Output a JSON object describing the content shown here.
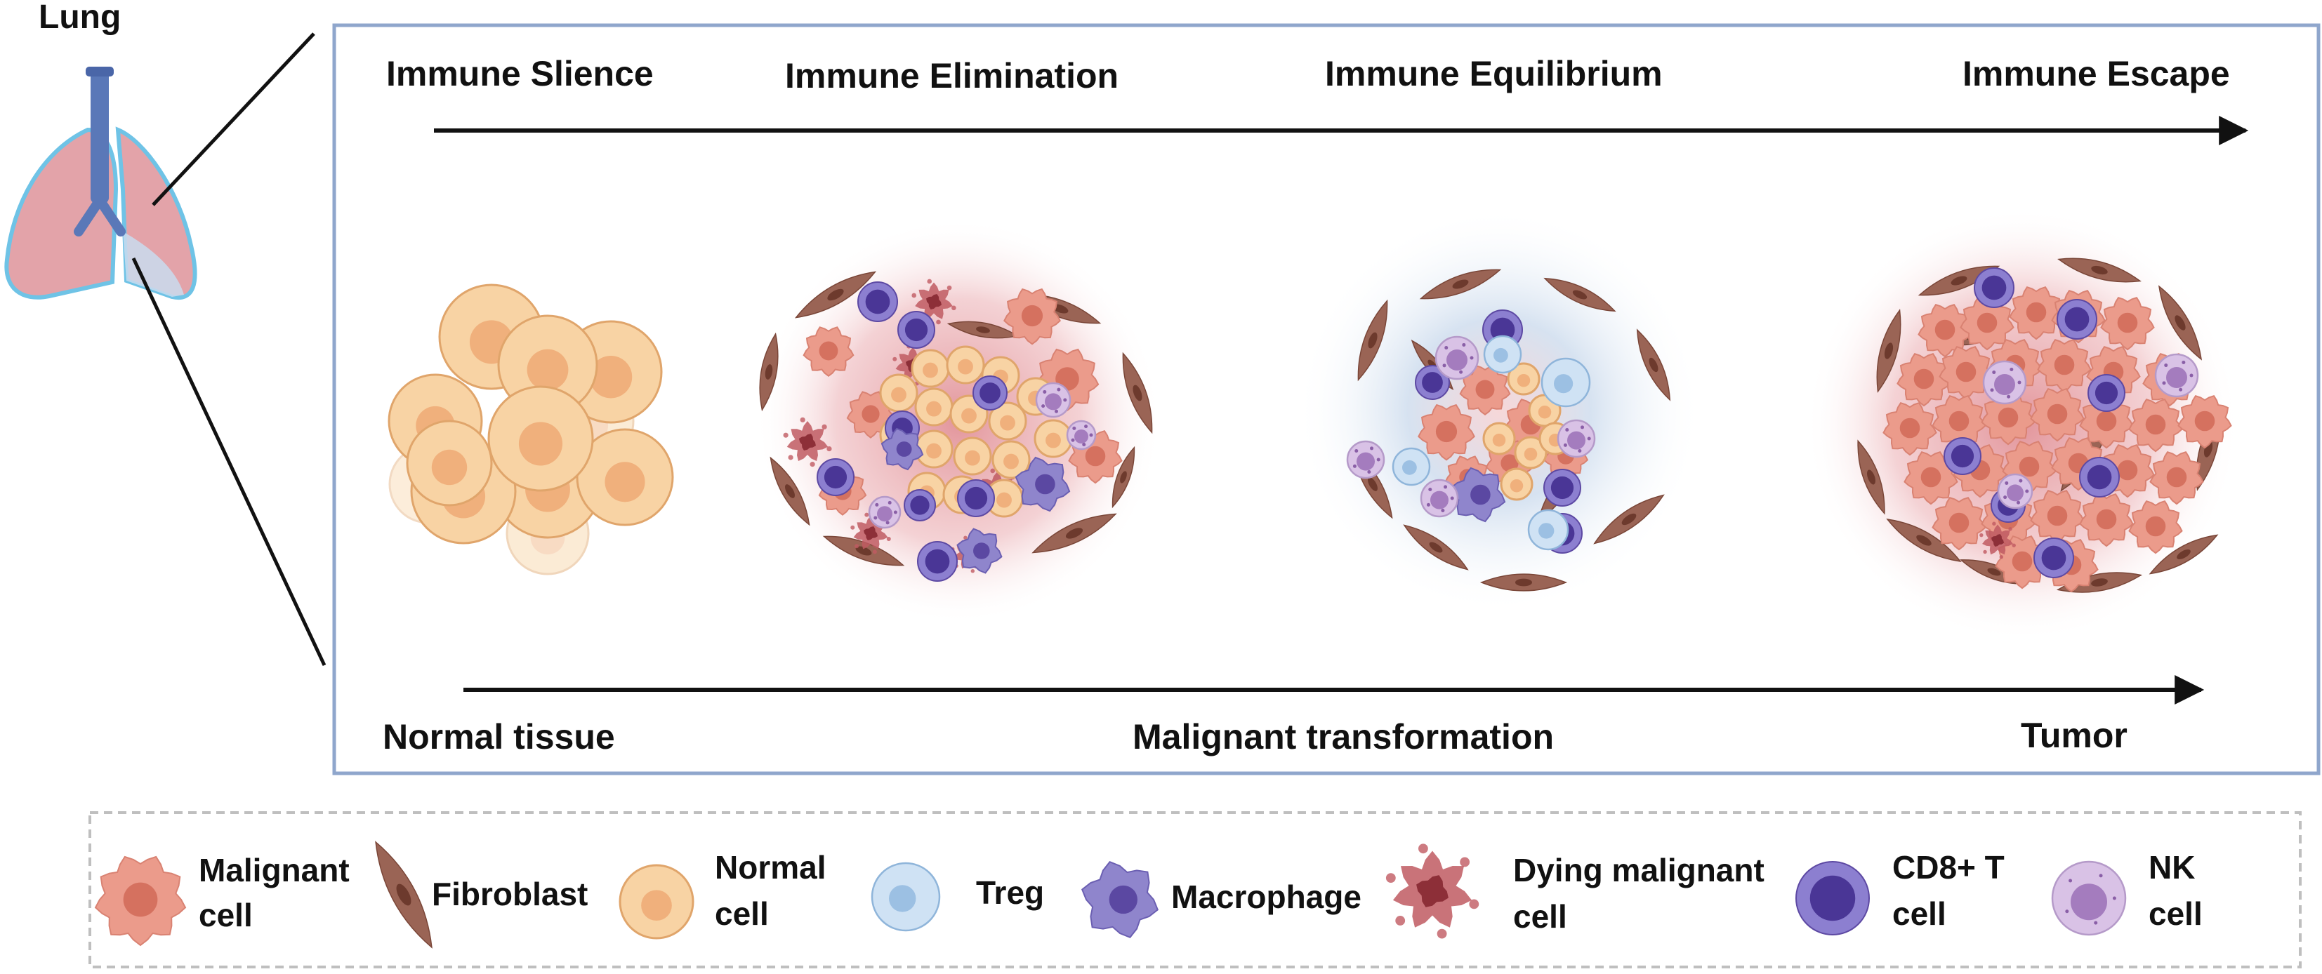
{
  "organ": {
    "label": "Lung"
  },
  "stages": {
    "s1": "Immune Slience",
    "s2": "Immune Elimination",
    "s3": "Immune Equilibrium",
    "s4": "Immune Escape"
  },
  "progression": {
    "start": "Normal tissue",
    "middle": "Malignant transformation",
    "end": "Tumor"
  },
  "legend": {
    "malignant": [
      "Malignant",
      "cell"
    ],
    "fibroblast": [
      "Fibroblast"
    ],
    "normal": [
      "Normal",
      "cell"
    ],
    "treg": [
      "Treg"
    ],
    "macrophage": [
      "Macrophage"
    ],
    "dying": [
      "Dying malignant",
      "cell"
    ],
    "cd8": [
      "CD8+ T",
      "cell"
    ],
    "nk": [
      "NK",
      "cell"
    ]
  },
  "colors": {
    "frame": "#8fa6cc",
    "legend_border": "#bfbfbf",
    "lung": "#e3a3a9",
    "lung_outline": "#6fc3e6",
    "trachea": "#5a78b8",
    "normal_cell": "#f8d3a4",
    "normal_nucleus": "#f0b07c",
    "malignant_cell": "#eb9b8b",
    "malignant_nucleus": "#d5715f",
    "fibroblast": "#9a6455",
    "treg": "#cfe2f4",
    "macrophage": "#8f85cc",
    "dying": "#c05a62",
    "cd8": "#6a55b0",
    "nk": "#d9c2e6"
  }
}
